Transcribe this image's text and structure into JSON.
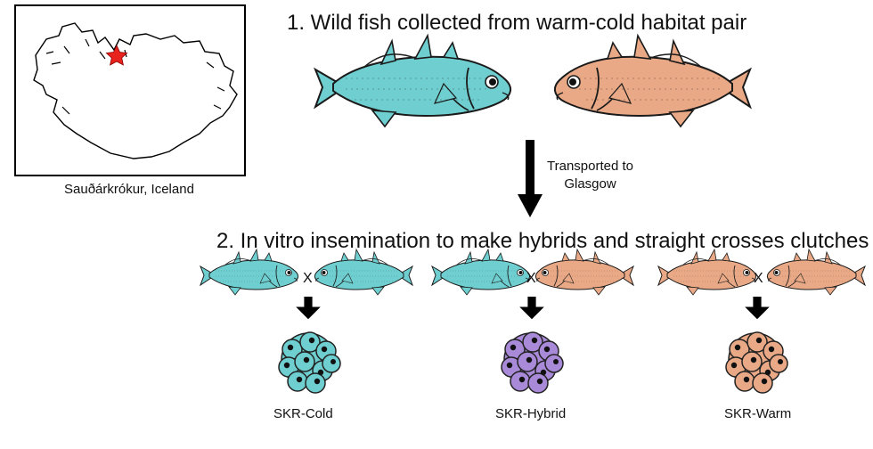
{
  "step1": "1. Wild fish collected from warm-cold habitat pair",
  "step2": "2. In vitro insemination to make hybrids and straight crosses clutches",
  "map": {
    "caption": "Sauðárkrókur, Iceland",
    "marker_icon": "star-icon",
    "marker_color": "#e8221c"
  },
  "transport": {
    "line1": "Transported to",
    "line2": "Glasgow"
  },
  "cross_symbol": "X",
  "clutches": [
    "SKR-Cold",
    "SKR-Hybrid",
    "SKR-Warm"
  ],
  "colors": {
    "cold": "#6fcfd0",
    "warm": "#e9a986",
    "hybrid": "#a98ad8"
  }
}
